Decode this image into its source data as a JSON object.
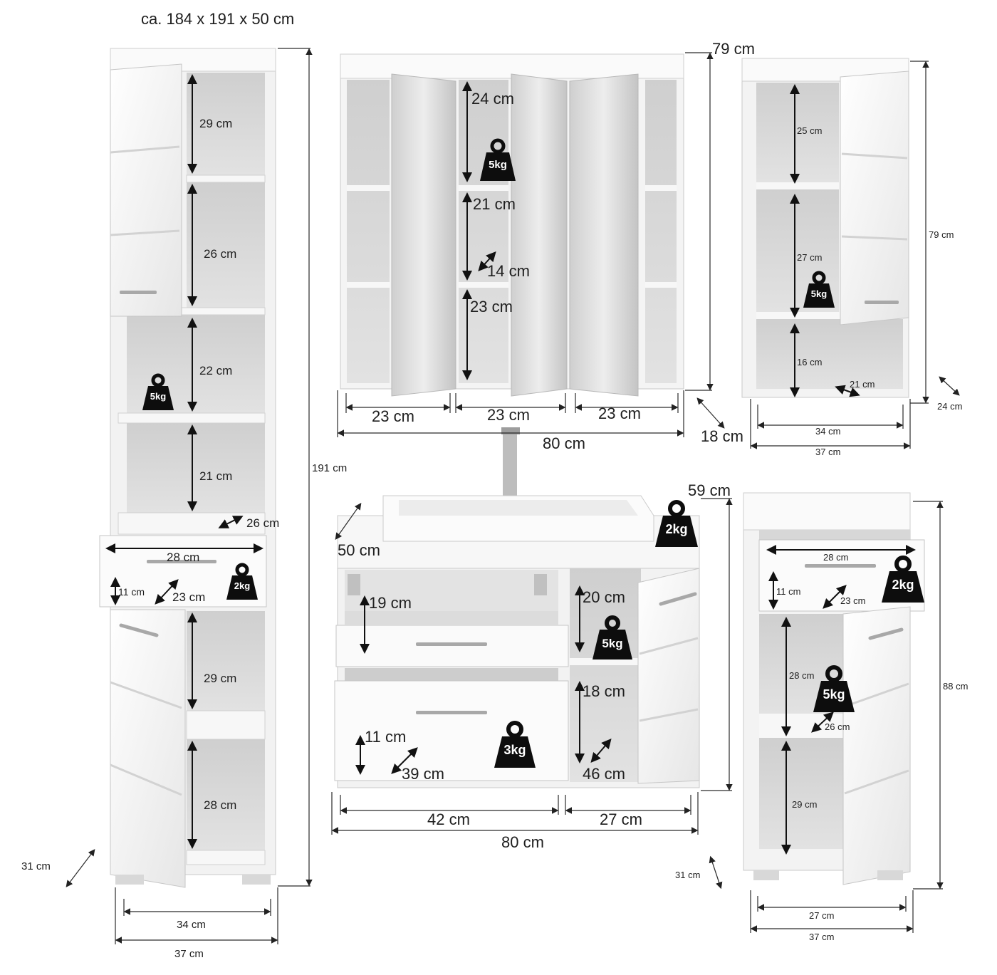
{
  "title": "ca. 184 x 191 x 50 cm",
  "tall_cabinet": {
    "height": "191 cm",
    "depth": "31 cm",
    "width_outer": "37 cm",
    "width_inner": "34 cm",
    "shelf_heights": [
      "29 cm",
      "26 cm",
      "22 cm",
      "21 cm",
      "29 cm",
      "28 cm"
    ],
    "shelf_depth": "26 cm",
    "drawer_width": "28 cm",
    "drawer_height": "11 cm",
    "drawer_depth": "23 cm",
    "weights": [
      "5kg",
      "2kg"
    ]
  },
  "mirror_cabinet": {
    "height": "79 cm",
    "depth": "18 cm",
    "width": "80 cm",
    "compartment_widths": [
      "23 cm",
      "23 cm",
      "23 cm"
    ],
    "shelf_heights": [
      "24 cm",
      "21 cm",
      "23 cm"
    ],
    "shelf_depth": "14 cm",
    "weight": "5kg"
  },
  "wall_cabinet": {
    "height": "79 cm",
    "depth": "24 cm",
    "width_outer": "37 cm",
    "width_inner": "34 cm",
    "shelf_heights": [
      "25 cm",
      "27 cm",
      "16 cm"
    ],
    "shelf_depth": "21 cm",
    "weight": "5kg"
  },
  "vanity": {
    "height": "59 cm",
    "depth": "50 cm",
    "width": "80 cm",
    "drawer_section_width": "42 cm",
    "side_section_width": "27 cm",
    "top_drawer_height": "19 cm",
    "bottom_drawer_height": "11 cm",
    "drawer_depth": "39 cm",
    "shelf_heights": [
      "20 cm",
      "18 cm"
    ],
    "shelf_depth": "46 cm",
    "weights": [
      "2kg",
      "5kg",
      "3kg"
    ]
  },
  "low_cabinet": {
    "height": "88 cm",
    "depth": "31 cm",
    "width_outer": "37 cm",
    "width_inner": "27 cm",
    "drawer_width": "28 cm",
    "drawer_height": "11 cm",
    "drawer_depth": "23 cm",
    "shelf_heights": [
      "28 cm",
      "29 cm"
    ],
    "shelf_depth": "26 cm",
    "weights": [
      "2kg",
      "5kg"
    ]
  },
  "colors": {
    "furniture": "#f4f4f4",
    "interior": "#d9d9d9",
    "outline": "#c8c8c8",
    "dimension_line": "#2a2a2a",
    "arrow": "#111111",
    "weight_icon": "#0d0d0d"
  }
}
